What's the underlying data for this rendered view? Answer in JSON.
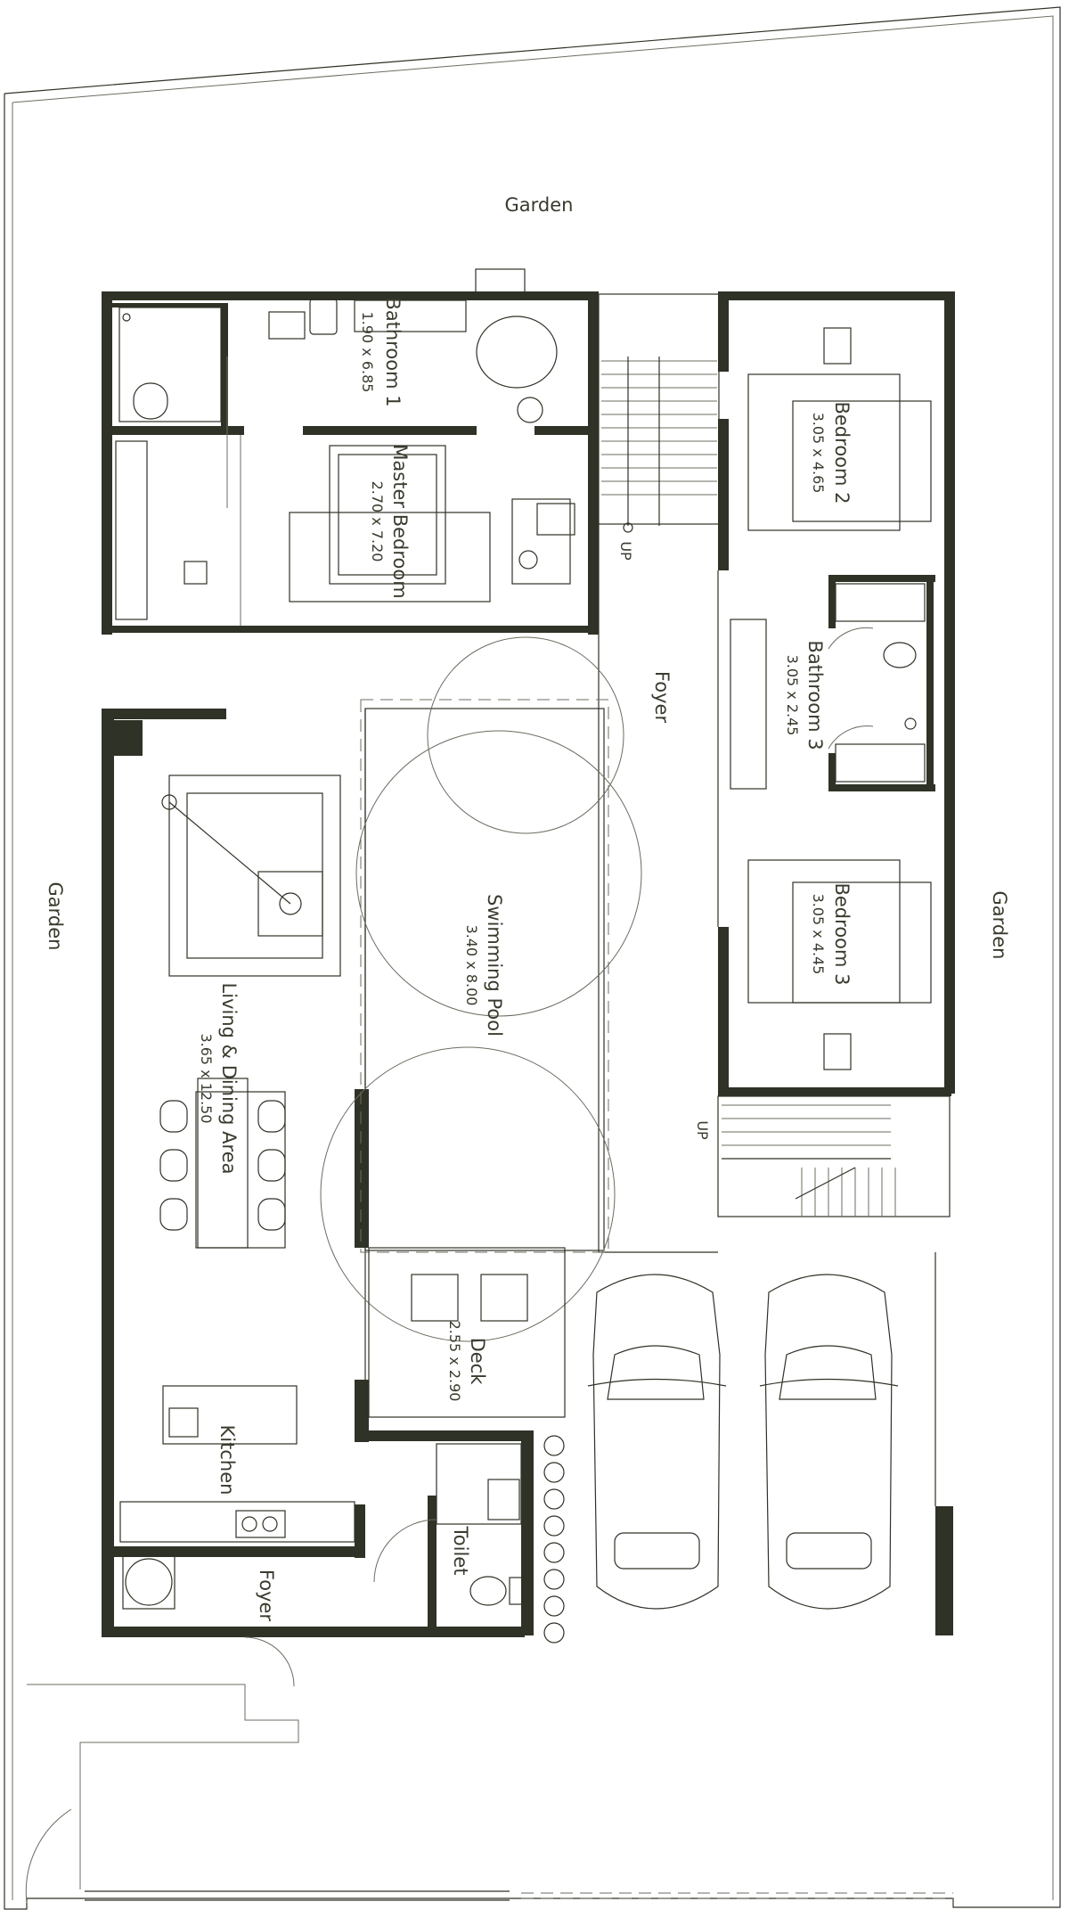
{
  "labels": {
    "garden_top": "Garden",
    "garden_left": "Garden",
    "garden_right": "Garden",
    "foyer_upper": "Foyer",
    "foyer_lower": "Foyer",
    "up_1": "UP",
    "up_2": "UP"
  },
  "rooms": {
    "bathroom1": {
      "name": "Bathroom 1",
      "dim": "1.90 x 6.85"
    },
    "master_bedroom": {
      "name": "Master Bedroom",
      "dim": "2.70 x 7.20"
    },
    "bedroom2": {
      "name": "Bedroom 2",
      "dim": "3.05 x 4.65"
    },
    "bathroom3": {
      "name": "Bathroom 3",
      "dim": "3.05 x 2.45"
    },
    "bedroom3": {
      "name": "Bedroom 3",
      "dim": "3.05 x 4.45"
    },
    "swimming_pool": {
      "name": "Swimming Pool",
      "dim": "3.40 x 8.00"
    },
    "living_dining": {
      "name": "Living & Dining Area",
      "dim": "3.65 x 12.50"
    },
    "deck": {
      "name": "Deck",
      "dim": "2.55 x 2.90"
    },
    "kitchen": {
      "name": "Kitchen"
    },
    "toilet": {
      "name": "Toilet"
    }
  },
  "colors": {
    "wall": "#2f3226",
    "line": "#6b6d60",
    "text": "#3a3a2e",
    "background": "#ffffff"
  }
}
